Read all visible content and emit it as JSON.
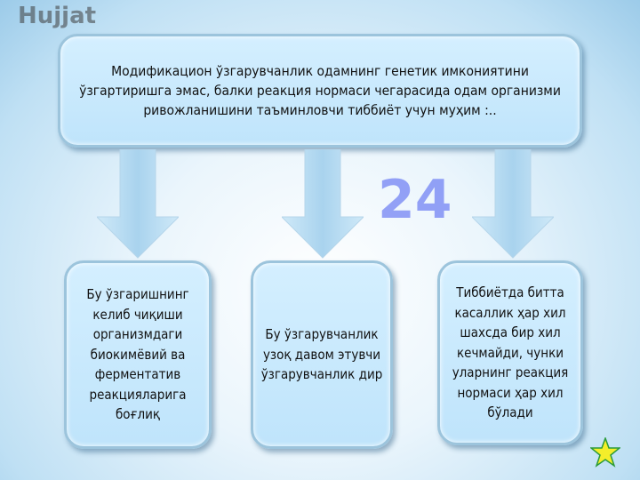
{
  "top_box": {
    "text": "Модификацион ўзгарувчанлик одамнинг генетик имкониятини ўзгартиришга эмас, балки реакция нормаси чегарасида одам организми ривожланишини таъминловчи тиббиёт учун муҳим :.."
  },
  "boxes": [
    {
      "text": "Бу ўзгаришнинг келиб чиқиши организмдаги биокимёвий ва ферментатив реакцияларига боғлиқ"
    },
    {
      "text": "Бу ўзгарувчанлик узоқ давом этувчи ўзгарувчанлик дир"
    },
    {
      "text": "Тиббиётда битта касаллик ҳар хил шахсда бир хил кечмайди, чунки уларнинг реакция нормаси ҳар хил бўлади"
    }
  ],
  "watermark": {
    "word": "Hujjat",
    "number": "24"
  },
  "colors": {
    "box": "#c8eaff",
    "arrow": "#b7dcf2",
    "star": "#f4ee2a"
  }
}
